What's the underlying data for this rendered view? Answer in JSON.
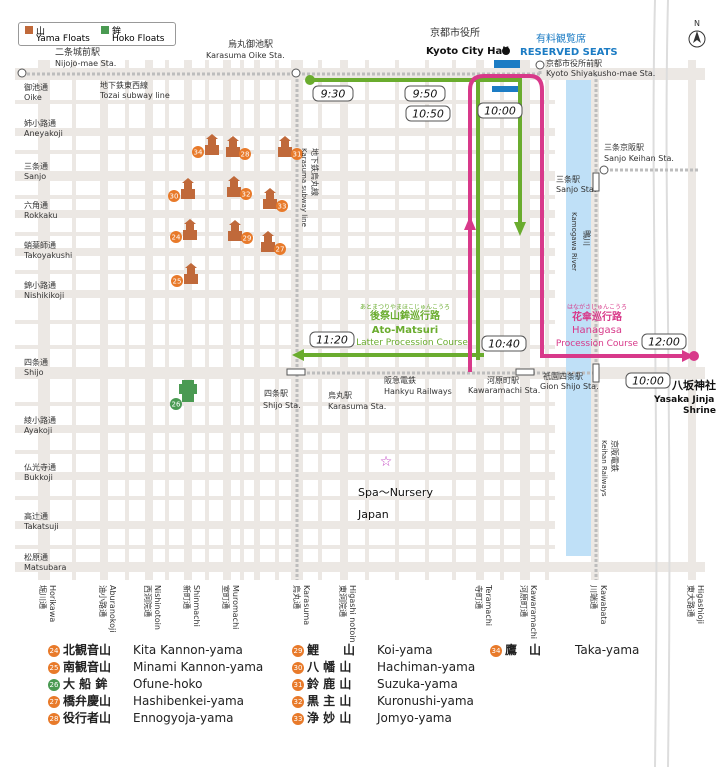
{
  "legend": {
    "yama": {
      "jp": "山",
      "en": "Yama Floats"
    },
    "hoko": {
      "jp": "鉾",
      "en": "Hoko Floats"
    }
  },
  "colors": {
    "yama": "#c0693a",
    "hoko": "#4a9a52",
    "latter_course": "#6aac2e",
    "hanagasa_course": "#d8398a",
    "river": "#bfe0f7",
    "road": "#ece8e4",
    "subway": "#c9c9c9"
  },
  "landmarks": {
    "city_hall_jp": "京都市役所",
    "city_hall_en": "Kyoto City Hall",
    "seats_jp": "有料観覧席",
    "seats_en": "RESERVED SEATS",
    "shrine_jp": "八坂神社",
    "shrine_en_1": "Yasaka Jinja",
    "shrine_en_2": "Shrine",
    "nursery_1": "Spa～Nursery",
    "nursery_2": "Japan"
  },
  "stations": {
    "nijojo_jp": "二条城前駅",
    "nijojo_en": "Nijojo-mae Sta.",
    "oike_jp": "烏丸御池駅",
    "oike_en": "Karasuma Oike Sta.",
    "shiyakusho_jp": "京都市役所前駅",
    "shiyakusho_en": "Kyoto Shiyakusho-mae Sta.",
    "sanjokeihan_jp": "三条京阪駅",
    "sanjokeihan_en": "Sanjo Keihan Sta.",
    "sanjo_jp": "三条駅",
    "sanjo_en": "Sanjo Sta.",
    "shijo_jp": "四条駅",
    "shijo_en": "Shijo Sta.",
    "karasuma_jp": "烏丸駅",
    "karasuma_en": "Karasuma Sta.",
    "kawaramachi_jp": "河原町駅",
    "kawaramachi_en": "Kawaramachi Sta.",
    "gion_jp": "祇園四条駅",
    "gion_en": "Gion Shijo Sta."
  },
  "lines": {
    "tozai_jp": "地下鉄東西線",
    "tozai_en": "Tozai subway line",
    "karasuma_jp": "地下鉄烏丸線",
    "karasuma_en": "Karasuma subway line",
    "hankyu_jp": "阪急電鉄",
    "hankyu_en": "Hankyu Railways",
    "keihan_jp": "京阪電鉄",
    "keihan_en": "Keihan Railways",
    "river_jp": "鴨川",
    "river_en": "Kamogawa River"
  },
  "streets_ew": [
    {
      "jp": "御池通",
      "en": "Oike"
    },
    {
      "jp": "姉小路通",
      "en": "Aneyakoji"
    },
    {
      "jp": "三条通",
      "en": "Sanjo"
    },
    {
      "jp": "六角通",
      "en": "Rokkaku"
    },
    {
      "jp": "蛸薬師通",
      "en": "Takoyakushi"
    },
    {
      "jp": "錦小路通",
      "en": "Nishikikoji"
    },
    {
      "jp": "四条通",
      "en": "Shijo"
    },
    {
      "jp": "綾小路通",
      "en": "Ayakoji"
    },
    {
      "jp": "仏光寺通",
      "en": "Bukkoji"
    },
    {
      "jp": "高辻通",
      "en": "Takatsuji"
    },
    {
      "jp": "松原通",
      "en": "Matsubara"
    }
  ],
  "streets_ns": [
    {
      "jp": "堀川通",
      "en": "Horikawa"
    },
    {
      "jp": "油小路通",
      "en": "Aburanokoji"
    },
    {
      "jp": "西洞院通",
      "en": "Nishinotoin"
    },
    {
      "jp": "新町通",
      "en": "Shinmachi"
    },
    {
      "jp": "室町通",
      "en": "Muromachi"
    },
    {
      "jp": "烏丸通",
      "en": "Karasuma"
    },
    {
      "jp": "東洞院通",
      "en": "Higashi notoin"
    },
    {
      "jp": "寺町通",
      "en": "Teramachi"
    },
    {
      "jp": "河原町通",
      "en": "Kawaramachi"
    },
    {
      "jp": "川端通",
      "en": "Kawabata"
    },
    {
      "jp": "東大路通",
      "en": "Higashioji"
    }
  ],
  "courses": {
    "latter_hira": "あとまつりやまほこじゅんこうろ",
    "latter_jp": "後祭山鉾巡行路",
    "latter_en1": "Ato-Matsuri",
    "latter_en2": "Latter Procession Course",
    "hanagasa_hira": "はながさじゅんこうろ",
    "hanagasa_jp": "花傘巡行路",
    "hanagasa_en1": "Hanagasa",
    "hanagasa_en2": "Procession Course"
  },
  "times": {
    "t930": "9:30",
    "t950": "9:50",
    "t1050": "10:50",
    "t1000a": "10:00",
    "t1040": "10:40",
    "t1120": "11:20",
    "t1200": "12:00",
    "t1000b": "10:00"
  },
  "floats_numbers": [
    "24",
    "25",
    "26",
    "27",
    "28",
    "29",
    "30",
    "31",
    "32",
    "33",
    "34"
  ],
  "float_list": [
    {
      "num": "24",
      "jp": "北観音山",
      "en": "Kita Kannon-yama",
      "type": "yama"
    },
    {
      "num": "25",
      "jp": "南観音山",
      "en": "Minami Kannon-yama",
      "type": "yama"
    },
    {
      "num": "26",
      "jp": "大 船 鉾",
      "en": "Ofune-hoko",
      "type": "hoko"
    },
    {
      "num": "27",
      "jp": "橋弁慶山",
      "en": "Hashibenkei-yama",
      "type": "yama"
    },
    {
      "num": "28",
      "jp": "役行者山",
      "en": "Ennogyoja-yama",
      "type": "yama"
    },
    {
      "num": "29",
      "jp": "鯉　　山",
      "en": "Koi-yama",
      "type": "yama"
    },
    {
      "num": "30",
      "jp": "八 幡 山",
      "en": "Hachiman-yama",
      "type": "yama"
    },
    {
      "num": "31",
      "jp": "鈴 鹿 山",
      "en": "Suzuka-yama",
      "type": "yama"
    },
    {
      "num": "32",
      "jp": "黒 主 山",
      "en": "Kuronushi-yama",
      "type": "yama"
    },
    {
      "num": "33",
      "jp": "浄 妙 山",
      "en": "Jomyo-yama",
      "type": "yama"
    },
    {
      "num": "34",
      "jp": "鷹　山",
      "en": "Taka-yama",
      "type": "yama"
    }
  ]
}
